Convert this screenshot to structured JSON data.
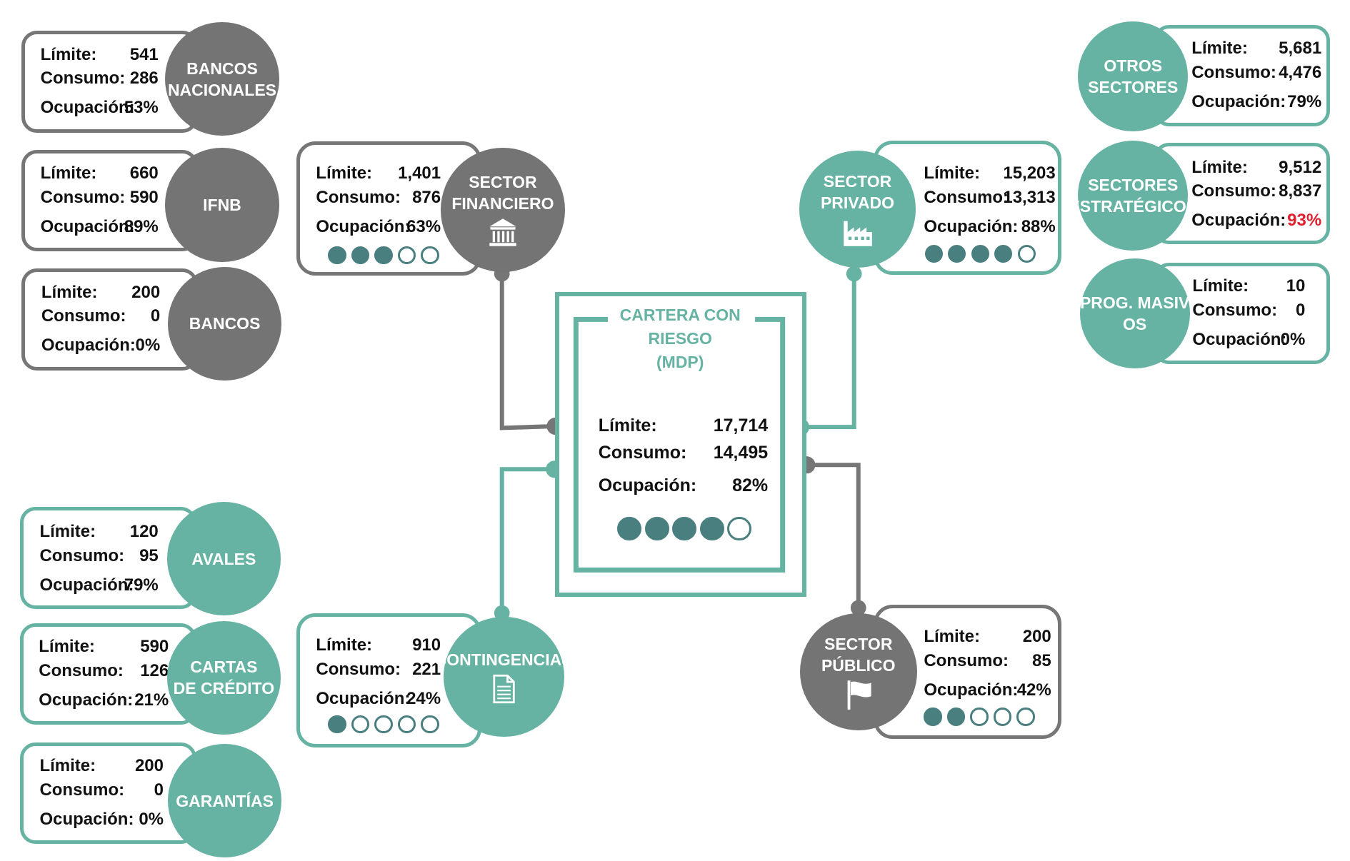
{
  "colors": {
    "gray": "#767676",
    "teal": "#66b3a3",
    "dot": "#4a7f80",
    "alert": "#e0202c"
  },
  "labels": {
    "limite": "Límite:",
    "consumo": "Consumo:",
    "ocupacion": "Ocupación:"
  },
  "center": {
    "title": "CARTERA CON\nRIESGO\n(MDP)",
    "limite": "17,714",
    "consumo": "14,495",
    "ocupacion": "82%",
    "score": 4,
    "score_max": 5
  },
  "nodes": {
    "sector_financiero": {
      "name": "SECTOR\nFINANCIERO",
      "icon": "bank-icon",
      "limite": "1,401",
      "consumo": "876",
      "ocupacion": "63%",
      "score": 3
    },
    "sector_privado": {
      "name": "SECTOR\nPRIVADO",
      "icon": "factory-icon",
      "limite": "15,203",
      "consumo": "13,313",
      "ocupacion": "88%",
      "score": 4
    },
    "contingencias": {
      "name": "CONTINGENCIAS",
      "icon": "document-icon",
      "limite": "910",
      "consumo": "221",
      "ocupacion": "24%",
      "score": 1
    },
    "sector_publico": {
      "name": "SECTOR\nPÚBLICO",
      "icon": "flag-icon",
      "limite": "200",
      "consumo": "85",
      "ocupacion": "42%",
      "score": 2
    }
  },
  "leaves": {
    "bancos_nacionales": {
      "name": "BANCOS\nNACIONALES",
      "limite": "541",
      "consumo": "286",
      "ocupacion": "53%"
    },
    "ifnb": {
      "name": "IFNB",
      "limite": "660",
      "consumo": "590",
      "ocupacion": "89%"
    },
    "bancos": {
      "name": "BANCOS",
      "limite": "200",
      "consumo": "0",
      "ocupacion": "0%"
    },
    "otros_sectores": {
      "name": "OTROS\nSECTORES",
      "limite": "5,681",
      "consumo": "4,476",
      "ocupacion": "79%"
    },
    "sectores_estrategicos": {
      "name": "SECTORES\nESTRATÉGICOS",
      "limite": "9,512",
      "consumo": "8,837",
      "ocupacion": "93%",
      "alert": true
    },
    "prog_masivos": {
      "name": "PROG. MASIV\nOS",
      "limite": "10",
      "consumo": "0",
      "ocupacion": "0%"
    },
    "avales": {
      "name": "AVALES",
      "limite": "120",
      "consumo": "95",
      "ocupacion": "79%"
    },
    "cartas_de_credito": {
      "name": "CARTAS\nDE CRÉDITO",
      "limite": "590",
      "consumo": "126",
      "ocupacion": "21%"
    },
    "garantias": {
      "name": "GARANTÍAS",
      "limite": "200",
      "consumo": "0",
      "ocupacion": "0%"
    }
  }
}
